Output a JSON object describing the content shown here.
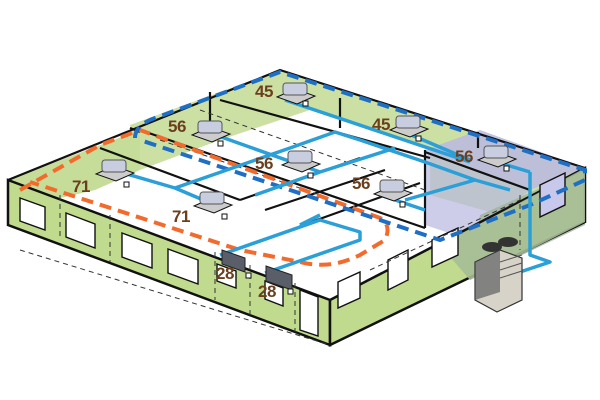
{
  "diagram": {
    "type": "VRF air-conditioning layout, isometric building floor plan",
    "colors": {
      "floor_green": "#c6dd9a",
      "wall_green": "#b9d68a",
      "zone_purple": "#b8b8e0",
      "zone_purple_dark": "#9ea9c8",
      "pipe_blue": "#2a9fd8",
      "zone_orange": "#f26b2d",
      "zone_blue": "#1f6fc4",
      "label_brown": "#6b3f1d",
      "outline": "#111111"
    },
    "indoor_units": [
      {
        "id": "u1",
        "capacity": "45",
        "type": "cassette"
      },
      {
        "id": "u2",
        "capacity": "56",
        "type": "cassette"
      },
      {
        "id": "u3",
        "capacity": "45",
        "type": "cassette"
      },
      {
        "id": "u4",
        "capacity": "56",
        "type": "cassette"
      },
      {
        "id": "u5",
        "capacity": "56",
        "type": "cassette"
      },
      {
        "id": "u6",
        "capacity": "71",
        "type": "cassette"
      },
      {
        "id": "u7",
        "capacity": "56",
        "type": "cassette"
      },
      {
        "id": "u8",
        "capacity": "71",
        "type": "cassette"
      },
      {
        "id": "u9",
        "capacity": "28",
        "type": "wall-mounted"
      },
      {
        "id": "u10",
        "capacity": "28",
        "type": "wall-mounted"
      }
    ],
    "outdoor_unit": {
      "label": "outdoor-unit"
    },
    "zones": [
      {
        "name": "zone-orange",
        "color": "#f26b2d"
      },
      {
        "name": "zone-blue",
        "color": "#1f6fc4"
      }
    ]
  }
}
